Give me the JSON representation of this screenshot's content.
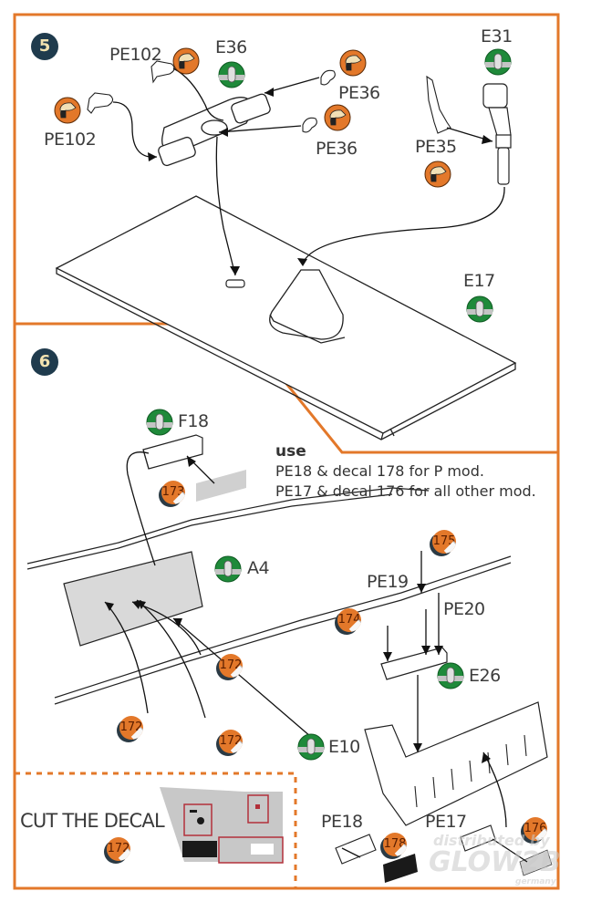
{
  "colors": {
    "frame_orange": "#e3782a",
    "step_badge_bg": "#1f3b4d",
    "step_badge_text": "#f2e3b0",
    "plastic_icon_green": "#1f8a3a",
    "etch_icon_orange": "#e3782a",
    "decal_icon_orange": "#e3782a",
    "decal_cut_outline": "#b2303a",
    "decal_grey": "#c8c8c8"
  },
  "steps": [
    {
      "number": "5",
      "parts": [
        {
          "id": "PE102",
          "type": "photo-etch",
          "label": "PE102"
        },
        {
          "id": "PE102b",
          "type": "photo-etch",
          "label": "PE102"
        },
        {
          "id": "E36",
          "type": "plastic",
          "label": "E36"
        },
        {
          "id": "PE36",
          "type": "photo-etch",
          "label": "PE36"
        },
        {
          "id": "PE36b",
          "type": "photo-etch",
          "label": "PE36"
        },
        {
          "id": "E31",
          "type": "plastic",
          "label": "E31"
        },
        {
          "id": "PE35",
          "type": "photo-etch",
          "label": "PE35"
        },
        {
          "id": "E17",
          "type": "plastic",
          "label": "E17"
        }
      ]
    },
    {
      "number": "6",
      "parts": [
        {
          "id": "F18",
          "type": "plastic",
          "label": "F18"
        },
        {
          "id": "A4",
          "type": "plastic",
          "label": "A4"
        },
        {
          "id": "PE19",
          "type": "photo-etch",
          "label": "PE19"
        },
        {
          "id": "PE20",
          "type": "photo-etch",
          "label": "PE20"
        },
        {
          "id": "E26",
          "type": "plastic",
          "label": "E26"
        },
        {
          "id": "E10",
          "type": "plastic",
          "label": "E10"
        },
        {
          "id": "PE18",
          "type": "photo-etch",
          "label": "PE18"
        },
        {
          "id": "PE17",
          "type": "photo-etch",
          "label": "PE17"
        }
      ],
      "decals": [
        "173",
        "175",
        "174",
        "172",
        "172",
        "172",
        "178",
        "176"
      ],
      "note": {
        "heading": "use",
        "line1": "PE18 & decal 178  for P mod.",
        "line2": "PE17 & decal 176 for all other mod."
      },
      "cut_box": {
        "label": "CUT THE DECAL",
        "decal": "172"
      }
    }
  ],
  "watermark": {
    "line1": "distributed by",
    "line2": "GLOW2B",
    "line3": "germany"
  }
}
